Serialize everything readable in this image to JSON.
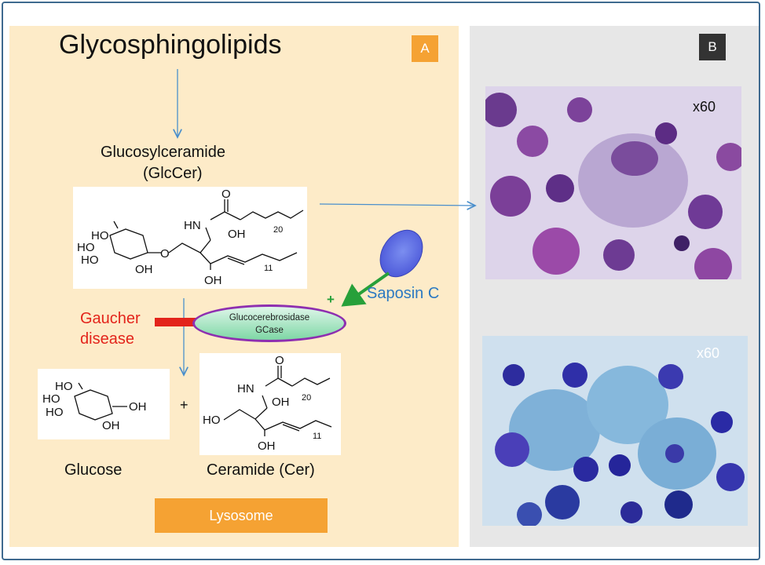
{
  "panel_a": {
    "badge": "A",
    "title": "Glycosphingolipids",
    "glucosylceramide": {
      "name": "Glucosylceramide",
      "abbr": "(GlcCer)"
    },
    "inhibition_label": [
      "Gaucher",
      "disease"
    ],
    "enzyme": {
      "name": "Glucocerebrosidase",
      "abbr": "GCase"
    },
    "activator": {
      "label": "Saposin C",
      "sign": "+"
    },
    "plus": "+",
    "glucose_label": "Glucose",
    "ceramide_label": "Ceramide (Cer)",
    "compartment": "Lysosome"
  },
  "structures": {
    "glccer": {
      "ho": [
        "HO",
        "HO",
        "HO"
      ],
      "oh": "OH",
      "oh_bottom": "OH",
      "nh": "HN",
      "o_carbonyl": "O",
      "oh_chain": "OH",
      "o_link": "O",
      "chain1_count": "20",
      "chain2_count": "11"
    },
    "glucose": {
      "ho": [
        "HO",
        "HO",
        "HO"
      ],
      "oh": "OH",
      "oh_anomeric": "OH"
    },
    "ceramide": {
      "nh": "HN",
      "o_carbonyl": "O",
      "oh_chain": "OH",
      "ho": "HO",
      "oh_bottom": "OH",
      "chain1_count": "20",
      "chain2_count": "11"
    }
  },
  "panel_b": {
    "badge": "B",
    "images": [
      {
        "magnification": "x60",
        "stain": "purple"
      },
      {
        "magnification": "x60",
        "stain": "blue"
      }
    ]
  },
  "colors": {
    "panel_a_bg": "#fdebc8",
    "panel_b_bg": "#e7e7e7",
    "accent_orange": "#f5a233",
    "arrow_blue": "#4a8fcc",
    "inhibit_red": "#e3241b",
    "activator_green": "#27a03a",
    "saposin_blue": "#2b79c2",
    "enzyme_border": "#8e2fb0"
  }
}
